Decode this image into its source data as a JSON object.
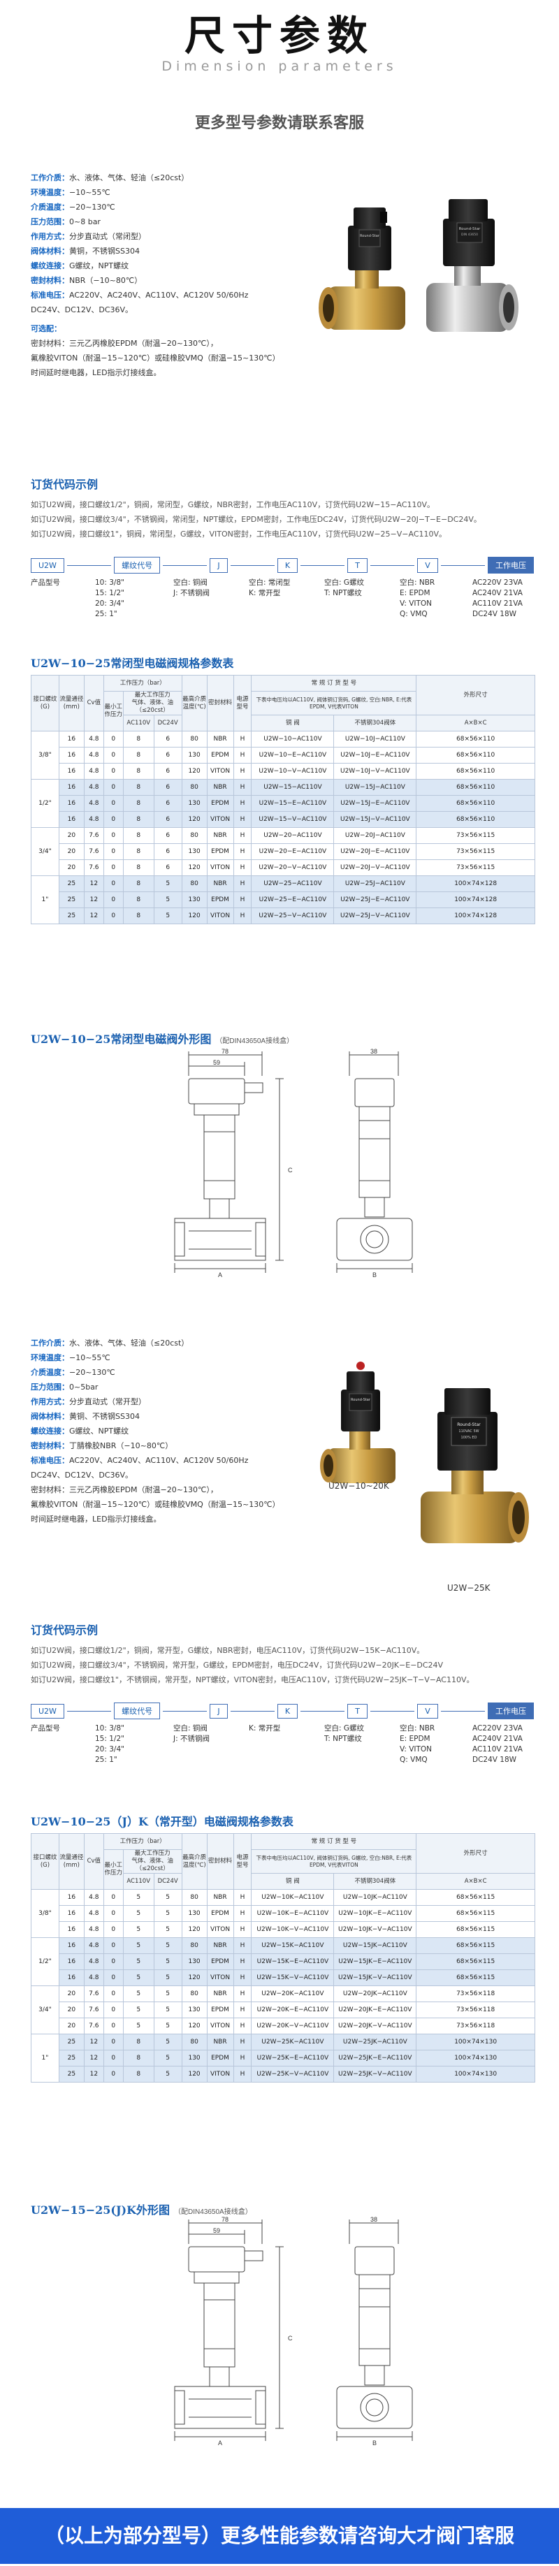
{
  "header": {
    "title": "尺寸参数",
    "subtitle": "Dimension parameters",
    "note": "更多型号参数请联系客服"
  },
  "specs1": [
    {
      "k": "工作介质：",
      "v": "水、液体、气体、轻油（≤20cst）"
    },
    {
      "k": "环境温度：",
      "v": "−10~55℃"
    },
    {
      "k": "介质温度：",
      "v": "−20~130℃"
    },
    {
      "k": "压力范围：",
      "v": "0~8 bar"
    },
    {
      "k": "作用方式：",
      "v": "分步直动式（常闭型）"
    },
    {
      "k": "阀体材料：",
      "v": "黄铜，不锈钢SS304"
    },
    {
      "k": "螺纹连接：",
      "v": "G螺纹，NPT螺纹"
    },
    {
      "k": "密封材料：",
      "v": "NBR（−10~80℃）"
    },
    {
      "k": "标准电压：",
      "v": "AC220V、AC240V、AC110V、AC120V 50/60Hz"
    },
    {
      "k": "",
      "v": "DC24V、DC12V、DC36V。"
    },
    {
      "k": "可选配：",
      "v": ""
    },
    {
      "k": "",
      "v": "密封材料：三元乙丙橡胶EPDM（耐温−20~130℃），"
    },
    {
      "k": "",
      "v": "氟橡胶VITON（耐温−15~120℃）或硅橡胶VMQ（耐温−15~130℃）"
    },
    {
      "k": "",
      "v": "时间延时继电器，LED指示灯接线盒。"
    }
  ],
  "order1": {
    "title": "订货代码示例",
    "lines": [
      "如订U2W阀，接口螺纹1/2\"，铜阀，常闭型，G螺纹，NBR密封，工作电压AC110V，订货代码U2W−15−AC110V。",
      "如订U2W阀，接口螺纹3/4\"，不锈钢阀，常闭型，NPT螺纹，EPDM密封，工作电压DC24V，订货代码U2W−20J−T−E−DC24V。",
      "如订U2W阀，接口螺纹1\"，铜阀，常闭型，G螺纹，VITON密封，工作电压AC110V，订货代码U2W−25−V−AC110V。"
    ],
    "boxes": [
      "U2W",
      "螺纹代号",
      "J",
      "K",
      "T",
      "V",
      "工作电压"
    ],
    "cols": [
      [
        "产品型号"
      ],
      [
        "10: 3/8\"",
        "15: 1/2\"",
        "20: 3/4\"",
        "25: 1\""
      ],
      [
        "空白: 铜阀",
        "J: 不锈钢阀"
      ],
      [
        "空白: 常闭型",
        "K: 常开型"
      ],
      [
        "空白: G螺纹",
        "T: NPT螺纹"
      ],
      [
        "空白: NBR",
        "E: EPDM",
        "V: VITON",
        "Q: VMQ"
      ],
      [
        "AC220V  23VA",
        "AC240V  21VA",
        "AC110V  21VA",
        "DC24V   18W"
      ]
    ]
  },
  "table1": {
    "title": "U2W−10−25常闭型电磁阀规格参数表",
    "head": {
      "size": "接口螺纹(G)",
      "dn": "流量通径(mm)",
      "cv": "Cv值",
      "press": "工作压力（bar）",
      "minp": "最小工作压力",
      "maxp": "最大工作压力",
      "maxp2": "气体、液体、油（≤20cst）",
      "ac": "AC110V",
      "dc": "DC24V",
      "temp": "最高介质温度(℃)",
      "seal": "密封材料",
      "pow": "电源型号",
      "model": "常 规 订 货 型 号",
      "m1": "下表中电压均以AC110V, 阀体铜订货码, G螺纹, 空白:NBR, E:代表EPDM, V代表VITON",
      "m2": "铜  阀",
      "m3": "不锈钢304阀体",
      "dim": "外形尺寸",
      "abc": "A×B×C"
    },
    "rows": [
      {
        "size": "3/8\"",
        "dn": "16",
        "cv": "4.8",
        "min": "0",
        "ac": "8",
        "dc": "6",
        "t": "80",
        "s": "NBR",
        "p": "H",
        "m": "U2W−10−AC110V",
        "mj": "U2W−10J−AC110V",
        "d": "68×56×110"
      },
      {
        "size": "",
        "dn": "16",
        "cv": "4.8",
        "min": "0",
        "ac": "8",
        "dc": "6",
        "t": "130",
        "s": "EPDM",
        "p": "H",
        "m": "U2W−10−E−AC110V",
        "mj": "U2W−10J−E−AC110V",
        "d": "68×56×110"
      },
      {
        "size": "",
        "dn": "16",
        "cv": "4.8",
        "min": "0",
        "ac": "8",
        "dc": "6",
        "t": "120",
        "s": "VITON",
        "p": "H",
        "m": "U2W−10−V−AC110V",
        "mj": "U2W−10J−V−AC110V",
        "d": "68×56×110"
      },
      {
        "size": "1/2\"",
        "dn": "16",
        "cv": "4.8",
        "min": "0",
        "ac": "8",
        "dc": "6",
        "t": "80",
        "s": "NBR",
        "p": "H",
        "m": "U2W−15−AC110V",
        "mj": "U2W−15J−AC110V",
        "d": "68×56×110"
      },
      {
        "size": "",
        "dn": "16",
        "cv": "4.8",
        "min": "0",
        "ac": "8",
        "dc": "6",
        "t": "130",
        "s": "EPDM",
        "p": "H",
        "m": "U2W−15−E−AC110V",
        "mj": "U2W−15J−E−AC110V",
        "d": "68×56×110"
      },
      {
        "size": "",
        "dn": "16",
        "cv": "4.8",
        "min": "0",
        "ac": "8",
        "dc": "6",
        "t": "120",
        "s": "VITON",
        "p": "H",
        "m": "U2W−15−V−AC110V",
        "mj": "U2W−15J−V−AC110V",
        "d": "68×56×110"
      },
      {
        "size": "3/4\"",
        "dn": "20",
        "cv": "7.6",
        "min": "0",
        "ac": "8",
        "dc": "6",
        "t": "80",
        "s": "NBR",
        "p": "H",
        "m": "U2W−20−AC110V",
        "mj": "U2W−20J−AC110V",
        "d": "73×56×115"
      },
      {
        "size": "",
        "dn": "20",
        "cv": "7.6",
        "min": "0",
        "ac": "8",
        "dc": "6",
        "t": "130",
        "s": "EPDM",
        "p": "H",
        "m": "U2W−20−E−AC110V",
        "mj": "U2W−20J−E−AC110V",
        "d": "73×56×115"
      },
      {
        "size": "",
        "dn": "20",
        "cv": "7.6",
        "min": "0",
        "ac": "8",
        "dc": "6",
        "t": "120",
        "s": "VITON",
        "p": "H",
        "m": "U2W−20−V−AC110V",
        "mj": "U2W−20J−V−AC110V",
        "d": "73×56×115"
      },
      {
        "size": "1\"",
        "dn": "25",
        "cv": "12",
        "min": "0",
        "ac": "8",
        "dc": "5",
        "t": "80",
        "s": "NBR",
        "p": "H",
        "m": "U2W−25−AC110V",
        "mj": "U2W−25J−AC110V",
        "d": "100×74×128"
      },
      {
        "size": "",
        "dn": "25",
        "cv": "12",
        "min": "0",
        "ac": "8",
        "dc": "5",
        "t": "130",
        "s": "EPDM",
        "p": "H",
        "m": "U2W−25−E−AC110V",
        "mj": "U2W−25J−E−AC110V",
        "d": "100×74×128"
      },
      {
        "size": "",
        "dn": "25",
        "cv": "12",
        "min": "0",
        "ac": "8",
        "dc": "5",
        "t": "120",
        "s": "VITON",
        "p": "H",
        "m": "U2W−25−V−AC110V",
        "mj": "U2W−25J−V−AC110V",
        "d": "100×74×128"
      }
    ]
  },
  "drawing1": {
    "title": "U2W−10−25常闭型电磁阀外形图",
    "sub": "（配DIN43650A接线盒）",
    "d78": "78",
    "d59": "59",
    "d38": "38",
    "A": "A",
    "B": "B",
    "C": "C"
  },
  "specs2": [
    {
      "k": "工作介质：",
      "v": "水、液体、气体、轻油（≤20cst）"
    },
    {
      "k": "环境温度：",
      "v": "−10~55℃"
    },
    {
      "k": "介质温度：",
      "v": "−20~130℃"
    },
    {
      "k": "压力范围：",
      "v": "0~5bar"
    },
    {
      "k": "作用方式：",
      "v": "分步直动式（常开型）"
    },
    {
      "k": "阀体材料：",
      "v": "黄铜、不锈钢SS304"
    },
    {
      "k": "螺纹连接：",
      "v": "G螺纹、NPT螺纹"
    },
    {
      "k": "密封材料：",
      "v": "丁腈橡胶NBR（−10~80℃）"
    },
    {
      "k": "标准电压：",
      "v": "AC220V、AC240V、AC110V、AC120V 50/60Hz"
    },
    {
      "k": "",
      "v": "DC24V、DC12V、DC36V。"
    },
    {
      "k": "",
      "v": "密封材料：三元乙丙橡胶EPDM（耐温−20~130℃），"
    },
    {
      "k": "",
      "v": "氟橡胶VITON（耐温−15~120℃）或硅橡胶VMQ（耐温−15~130℃）"
    },
    {
      "k": "",
      "v": "时间延时继电器，LED指示灯接线盒。"
    }
  ],
  "photos": {
    "label1": "U2W−10~20K",
    "label2": "U2W−25K",
    "brand": "Round-Star",
    "brandsub": "DIN 43650",
    "volt": "110VAC 5W",
    "ed": "100% ED"
  },
  "order2": {
    "title": "订货代码示例",
    "lines": [
      "如订U2W阀，接口螺纹1/2\"，铜阀，常开型，G螺纹，NBR密封，电压AC110V，订货代码U2W−15K−AC110V。",
      "如订U2W阀，接口螺纹3/4\"，不锈钢阀，常开型，G螺纹，EPDM密封，电压DC24V，订货代码U2W−20JK−E−DC24V",
      "如订U2W阀，接口螺纹1\"，不锈钢阀，常开型，NPT螺纹，VITON密封，电压AC110V，订货代码U2W−25JK−T−V−AC110V。"
    ],
    "boxes": [
      "U2W",
      "螺纹代号",
      "J",
      "K",
      "T",
      "V",
      "工作电压"
    ],
    "cols": [
      [
        "产品型号"
      ],
      [
        "10: 3/8\"",
        "15: 1/2\"",
        "20: 3/4\"",
        "25: 1\""
      ],
      [
        "空白: 铜阀",
        "J: 不锈钢阀"
      ],
      [
        "K: 常开型"
      ],
      [
        "空白: G螺纹",
        "T: NPT螺纹"
      ],
      [
        "空白: NBR",
        "E: EPDM",
        "V: VITON",
        "Q: VMQ"
      ],
      [
        "AC220V  23VA",
        "AC240V  21VA",
        "AC110V  21VA",
        "DC24V   18W"
      ]
    ]
  },
  "table2": {
    "title": "U2W−10−25（J）K（常开型）电磁阀规格参数表",
    "head": {
      "size": "接口螺纹(G)",
      "dn": "流量通径(mm)",
      "cv": "Cv值",
      "press": "工作压力（bar）",
      "minp": "最小工作压力",
      "maxp": "最大工作压力",
      "maxp2": "气体、液体、油（≤20cst）",
      "ac": "AC110V",
      "dc": "DC24V",
      "temp": "最高介质温度(℃)",
      "seal": "密封材料",
      "pow": "电源型号",
      "model": "常 规 订 货 型 号",
      "m1": "下表中电压均以AC110V, 阀体铜订货码, G螺纹, 空白:NBR, E:代表EPDM, V代表VITON",
      "m2": "铜  阀",
      "m3": "不锈钢304阀体",
      "dim": "外形尺寸",
      "abc": "A×B×C"
    },
    "rows": [
      {
        "size": "3/8\"",
        "dn": "16",
        "cv": "4.8",
        "min": "0",
        "ac": "5",
        "dc": "5",
        "t": "80",
        "s": "NBR",
        "p": "H",
        "m": "U2W−10K−AC110V",
        "mj": "U2W−10JK−AC110V",
        "d": "68×56×115"
      },
      {
        "size": "",
        "dn": "16",
        "cv": "4.8",
        "min": "0",
        "ac": "5",
        "dc": "5",
        "t": "130",
        "s": "EPDM",
        "p": "H",
        "m": "U2W−10K−E−AC110V",
        "mj": "U2W−10JK−E−AC110V",
        "d": "68×56×115"
      },
      {
        "size": "",
        "dn": "16",
        "cv": "4.8",
        "min": "0",
        "ac": "5",
        "dc": "5",
        "t": "120",
        "s": "VITON",
        "p": "H",
        "m": "U2W−10K−V−AC110V",
        "mj": "U2W−10JK−V−AC110V",
        "d": "68×56×115"
      },
      {
        "size": "1/2\"",
        "dn": "16",
        "cv": "4.8",
        "min": "0",
        "ac": "5",
        "dc": "5",
        "t": "80",
        "s": "NBR",
        "p": "H",
        "m": "U2W−15K−AC110V",
        "mj": "U2W−15JK−AC110V",
        "d": "68×56×115"
      },
      {
        "size": "",
        "dn": "16",
        "cv": "4.8",
        "min": "0",
        "ac": "5",
        "dc": "5",
        "t": "130",
        "s": "EPDM",
        "p": "H",
        "m": "U2W−15K−E−AC110V",
        "mj": "U2W−15JK−E−AC110V",
        "d": "68×56×115"
      },
      {
        "size": "",
        "dn": "16",
        "cv": "4.8",
        "min": "0",
        "ac": "5",
        "dc": "5",
        "t": "120",
        "s": "VITON",
        "p": "H",
        "m": "U2W−15K−V−AC110V",
        "mj": "U2W−15JK−V−AC110V",
        "d": "68×56×115"
      },
      {
        "size": "3/4\"",
        "dn": "20",
        "cv": "7.6",
        "min": "0",
        "ac": "5",
        "dc": "5",
        "t": "80",
        "s": "NBR",
        "p": "H",
        "m": "U2W−20K−AC110V",
        "mj": "U2W−20JK−AC110V",
        "d": "73×56×118"
      },
      {
        "size": "",
        "dn": "20",
        "cv": "7.6",
        "min": "0",
        "ac": "5",
        "dc": "5",
        "t": "130",
        "s": "EPDM",
        "p": "H",
        "m": "U2W−20K−E−AC110V",
        "mj": "U2W−20JK−E−AC110V",
        "d": "73×56×118"
      },
      {
        "size": "",
        "dn": "20",
        "cv": "7.6",
        "min": "0",
        "ac": "5",
        "dc": "5",
        "t": "120",
        "s": "VITON",
        "p": "H",
        "m": "U2W−20K−V−AC110V",
        "mj": "U2W−20JK−V−AC110V",
        "d": "73×56×118"
      },
      {
        "size": "1\"",
        "dn": "25",
        "cv": "12",
        "min": "0",
        "ac": "8",
        "dc": "5",
        "t": "80",
        "s": "NBR",
        "p": "H",
        "m": "U2W−25K−AC110V",
        "mj": "U2W−25JK−AC110V",
        "d": "100×74×130"
      },
      {
        "size": "",
        "dn": "25",
        "cv": "12",
        "min": "0",
        "ac": "8",
        "dc": "5",
        "t": "130",
        "s": "EPDM",
        "p": "H",
        "m": "U2W−25K−E−AC110V",
        "mj": "U2W−25JK−E−AC110V",
        "d": "100×74×130"
      },
      {
        "size": "",
        "dn": "25",
        "cv": "12",
        "min": "0",
        "ac": "8",
        "dc": "5",
        "t": "120",
        "s": "VITON",
        "p": "H",
        "m": "U2W−25K−V−AC110V",
        "mj": "U2W−25JK−V−AC110V",
        "d": "100×74×130"
      }
    ]
  },
  "drawing2": {
    "title": "U2W−15−25(J)K外形图",
    "sub": "（配DIN43650A接线盒）",
    "d78": "78",
    "d59": "59",
    "d38": "38",
    "A": "A",
    "B": "B",
    "C": "C"
  },
  "footer": {
    "text": "（以上为部分型号）更多性能参数请咨询大才阀门客服"
  }
}
